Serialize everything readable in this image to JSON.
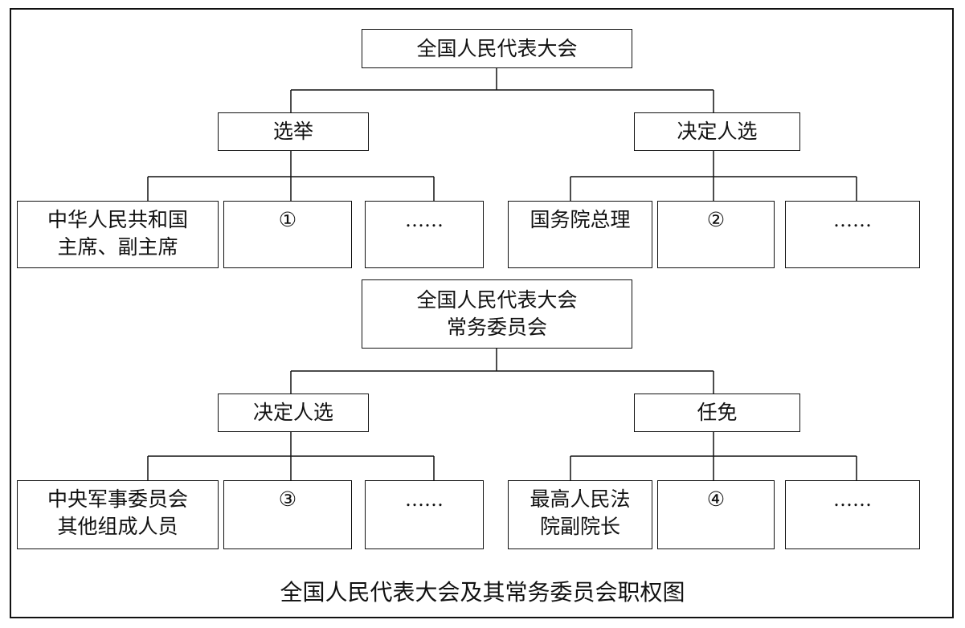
{
  "diagram": {
    "npc": {
      "title": "全国人民代表大会",
      "elect": {
        "label": "选举",
        "items": [
          "中华人民共和国",
          "主席、副主席",
          "①",
          "……"
        ]
      },
      "decide": {
        "label": "决定人选",
        "items": [
          "国务院总理",
          "②",
          "……"
        ]
      }
    },
    "standing": {
      "title_line1": "全国人民代表大会",
      "title_line2": "常务委员会",
      "decide": {
        "label": "决定人选",
        "items": [
          "中央军事委员会",
          "其他组成人员",
          "③",
          "……"
        ]
      },
      "appoint": {
        "label": "任免",
        "items": [
          "最高人民法",
          "院副院长",
          "④",
          "……"
        ]
      }
    },
    "caption": "全国人民代表大会及其常务委员会职权图"
  }
}
